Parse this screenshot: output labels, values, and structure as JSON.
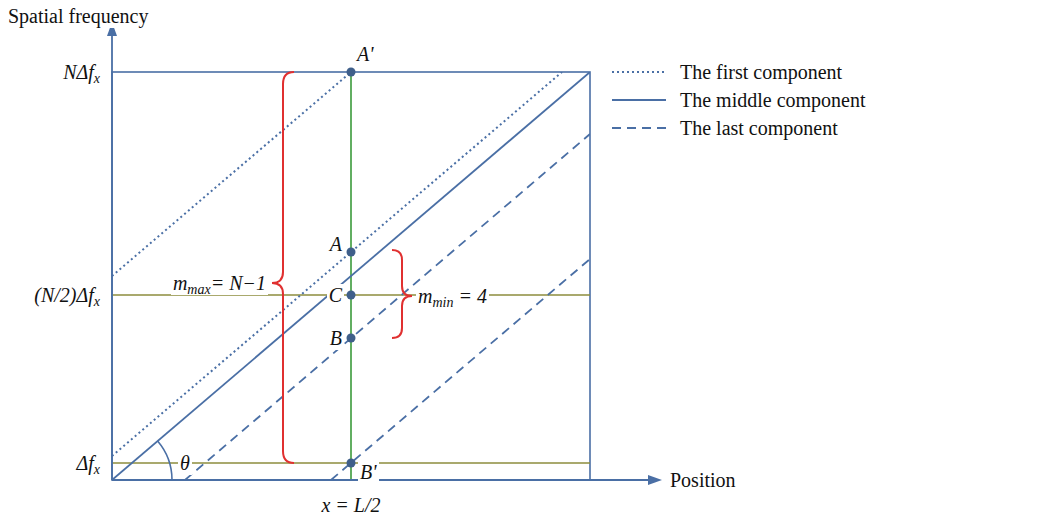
{
  "diagram": {
    "labels": [
      "Spatial frequency",
      "NΔfx",
      "(N/2)Δfx",
      "Δfx",
      "Position",
      "x = L/2",
      "A'",
      "A",
      "C",
      "B",
      "B'",
      "mmax= N−1",
      "mmin = 4",
      "θ"
    ],
    "legend": [
      {
        "text": "The first component"
      },
      {
        "text": "The middle component"
      },
      {
        "text": "The last component"
      }
    ]
  }
}
